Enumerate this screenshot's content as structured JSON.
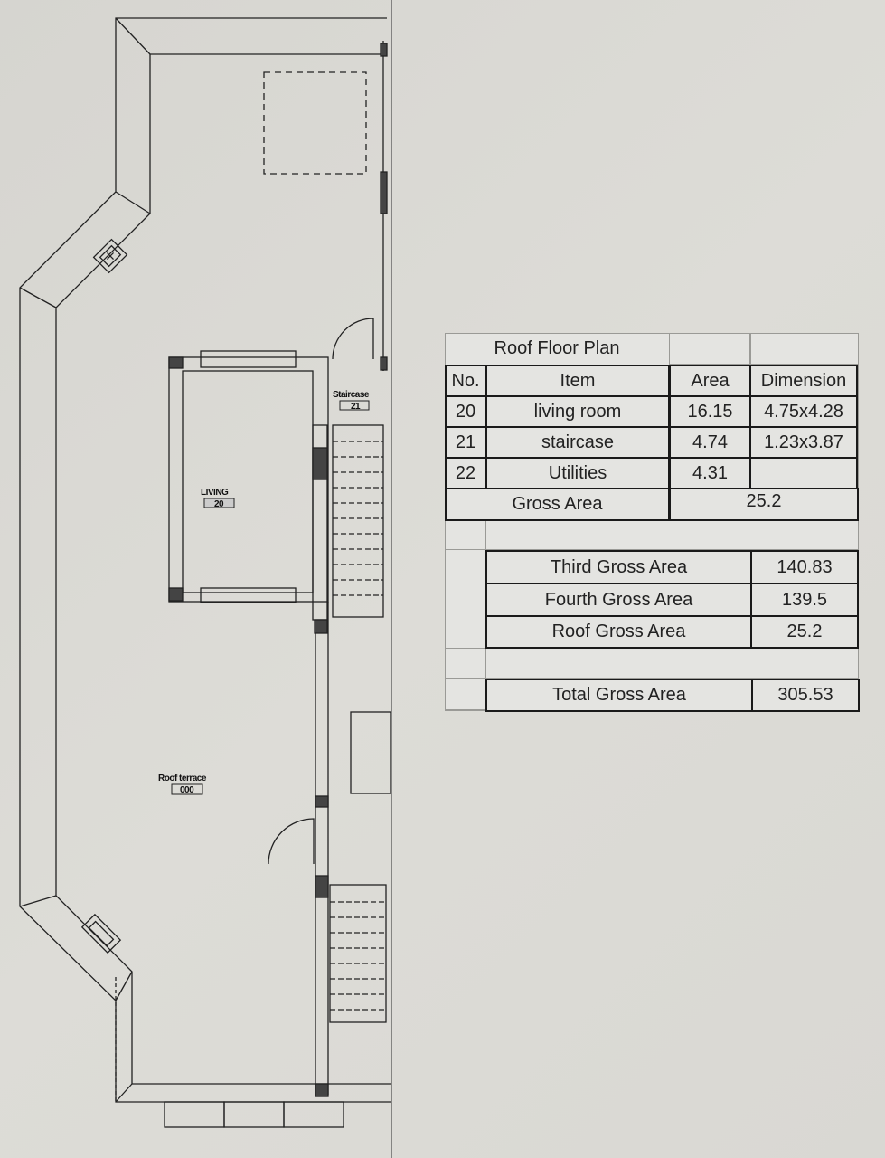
{
  "plan": {
    "rooms": [
      {
        "name": "Staircase",
        "code": "21"
      },
      {
        "name": "LIVING",
        "code": "20"
      },
      {
        "name": "Roof terrace",
        "code": "000"
      }
    ]
  },
  "table": {
    "title": "Roof Floor Plan",
    "headers": [
      "No.",
      "Item",
      "Area",
      "Dimension"
    ],
    "rows": [
      {
        "no": "20",
        "item": "living room",
        "area": "16.15",
        "dimension": "4.75x4.28"
      },
      {
        "no": "21",
        "item": "staircase",
        "area": "4.74",
        "dimension": "1.23x3.87"
      },
      {
        "no": "22",
        "item": "Utilities",
        "area": "4.31",
        "dimension": ""
      }
    ],
    "gross_label": "Gross Area",
    "gross_value": "25.2",
    "summary": [
      {
        "label": "Third Gross Area",
        "value": "140.83"
      },
      {
        "label": "Fourth Gross Area",
        "value": "139.5"
      },
      {
        "label": "Roof Gross Area",
        "value": "25.2"
      }
    ],
    "total_label": "Total Gross Area",
    "total_value": "305.53"
  }
}
